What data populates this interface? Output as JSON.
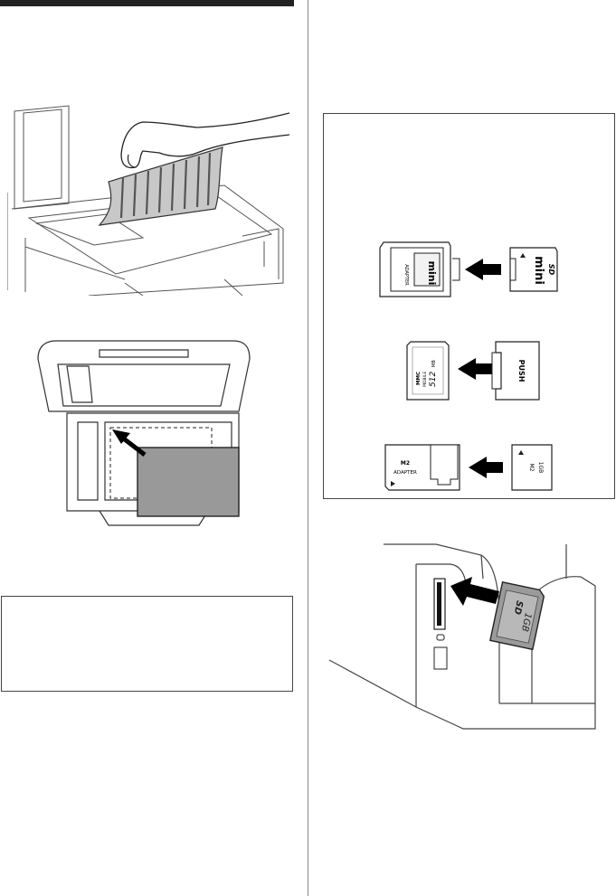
{
  "figures": {
    "card_adapters": {
      "minisd": {
        "adapter_label": "ADAPTER",
        "card_label": "mini",
        "sd_mark": "SD"
      },
      "mmc": {
        "card_label_top": "MMC",
        "card_label_mid": "MOBILE",
        "card_size": "512",
        "card_unit": "MB",
        "adapter_label": "PUSH"
      },
      "m2": {
        "adapter_mark": "M2",
        "adapter_label": "ADAPTER",
        "card_mark": "M2",
        "card_size": "1GB"
      }
    },
    "card_insertion": {
      "card_mark": "SD",
      "card_size": "1GB"
    }
  }
}
